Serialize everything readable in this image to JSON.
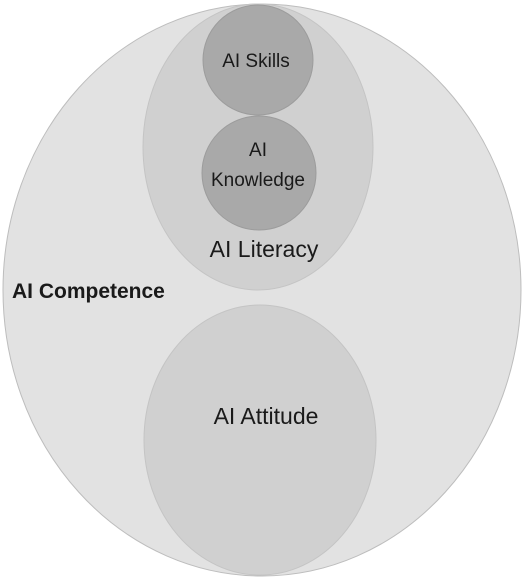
{
  "diagram": {
    "competence_label": "AI Competence",
    "literacy_label": "AI Literacy",
    "skills_label": "AI Skills",
    "knowledge_label_line1": "AI",
    "knowledge_label_line2": "Knowledge",
    "attitude_label": "AI Attitude"
  },
  "colors": {
    "outer_fill": "#e2e2e2",
    "literacy_fill": "#d0d0d0",
    "attitude_fill": "#d0d0d0",
    "inner_circle_fill": "#a9a9a9",
    "stroke": "#bdbdbd",
    "text": "#1a1a1a"
  }
}
